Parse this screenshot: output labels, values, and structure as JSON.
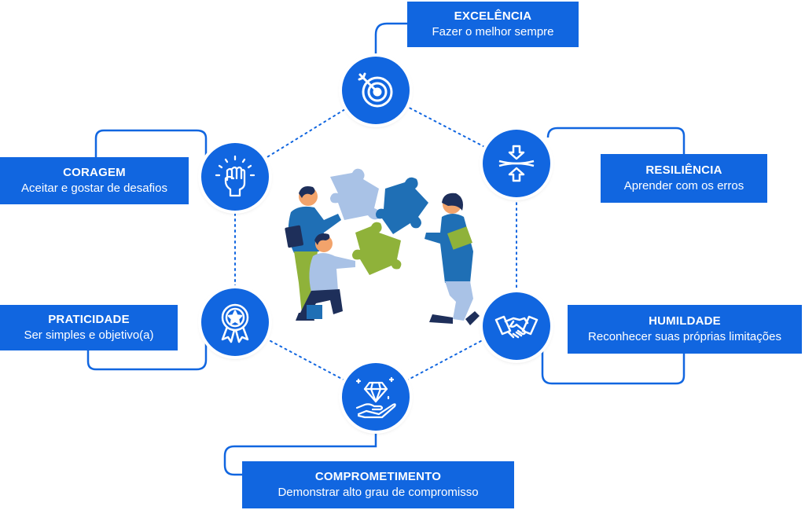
{
  "colors": {
    "primary": "#1166e0",
    "connector": "#1166e0",
    "puzzle_light": "#a9c2e6",
    "puzzle_blue": "#1f6fb5",
    "puzzle_green": "#8fb23a"
  },
  "values": [
    {
      "title": "EXCELÊNCIA",
      "description": "Fazer o melhor sempre",
      "icon": "target-arrow-icon"
    },
    {
      "title": "RESILIÊNCIA",
      "description": "Aprender com os erros",
      "icon": "compress-arrows-icon"
    },
    {
      "title": "HUMILDADE",
      "description": "Reconhecer suas próprias limitações",
      "icon": "handshake-icon"
    },
    {
      "title": "COMPROMETIMENTO",
      "description": "Demonstrar alto grau de compromisso",
      "icon": "hand-diamond-icon"
    },
    {
      "title": "PRATICIDADE",
      "description": "Ser simples e objetivo(a)",
      "icon": "award-badge-icon"
    },
    {
      "title": "CORAGEM",
      "description": "Aceitar e gostar de desafios",
      "icon": "raised-fist-icon"
    }
  ],
  "illustration": {
    "icon": "team-puzzle-illustration"
  }
}
